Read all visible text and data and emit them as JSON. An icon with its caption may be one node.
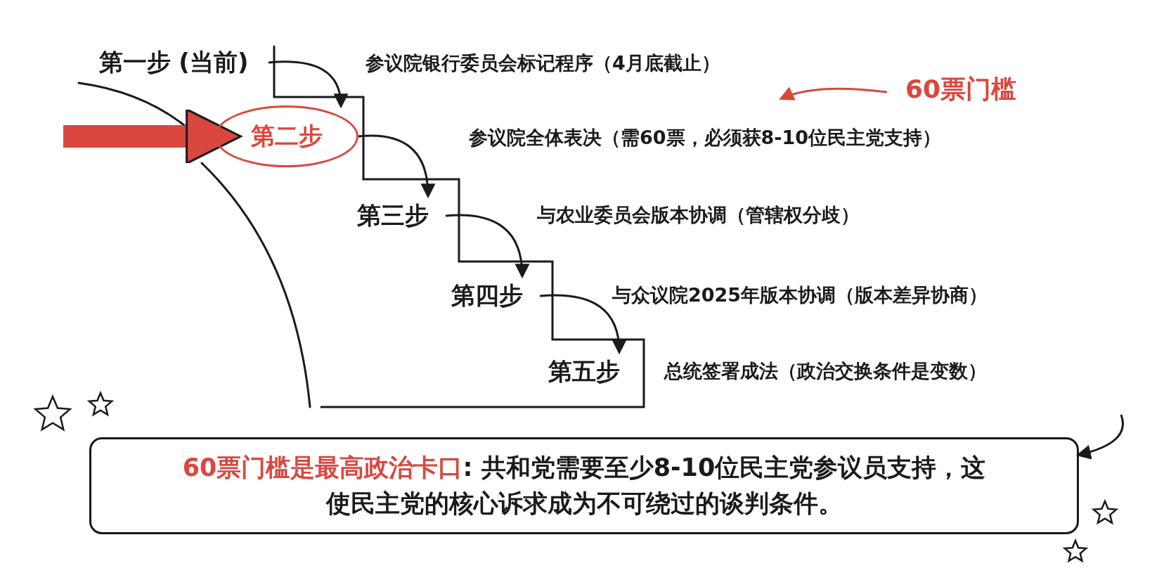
{
  "diagram": {
    "nodes": [
      {
        "text": [
          "第一步 (当前)"
        ]
      },
      {
        "text": [
          "第二步"
        ]
      },
      {
        "text": [
          "第三步"
        ]
      },
      {
        "text": [
          "第四步"
        ]
      },
      {
        "text": [
          "第五步"
        ]
      },
      {
        "text": [
          "60票门槛"
        ]
      },
      {
        "text": [
          "60票门槛是最高政治卡口",
          ": 共和党需要至少8-10位民主党参议员支持，这使民主党的核心诉求成为不可绕过的谈判条件。"
        ]
      }
    ],
    "edges": [
      {
        "from": 0,
        "to": 1,
        "arrow": "to"
      },
      {
        "from": 1,
        "to": 2,
        "arrow": "to"
      },
      {
        "from": 2,
        "to": 3,
        "arrow": "to"
      },
      {
        "from": 3,
        "to": 4,
        "arrow": "to"
      },
      {
        "from": null,
        "to": 1,
        "arrow": "to",
        "style": "thick",
        "color": "#d9473f"
      },
      {
        "from": 5,
        "to": null,
        "arrow": "to",
        "color": "#d9473f"
      },
      {
        "from": null,
        "to": 6,
        "arrow": "to"
      }
    ],
    "labels": [
      "参议院银行委员会标记程序（4月底截止）",
      "参议院全体表决（需60票，必须获8-10位民主党支持）",
      "与农业委员会版本协调（管辖权分歧）",
      "与众议院2025年版本协调（版本差异协商）",
      "总统签署成法（政治交换条件是变数）"
    ]
  }
}
